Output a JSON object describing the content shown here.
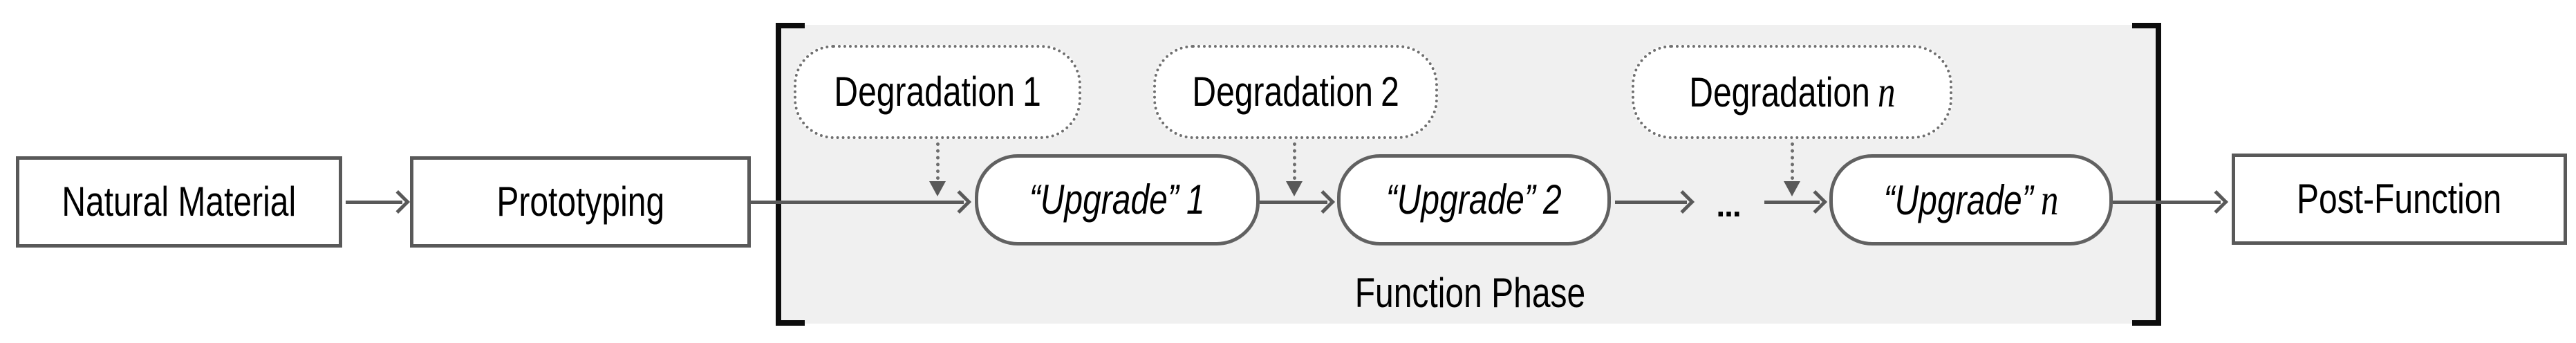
{
  "nodes": {
    "natural_material": "Natural Material",
    "prototyping": "Prototyping",
    "post_function": "Post-Function"
  },
  "function_phase": {
    "caption": "Function Phase"
  },
  "degradations": [
    {
      "name": "Degradation",
      "index": "1"
    },
    {
      "name": "Degradation",
      "index": "2"
    },
    {
      "name": "Degradation",
      "index": "n"
    }
  ],
  "upgrades": [
    {
      "name": "“Upgrade”",
      "index": "1"
    },
    {
      "name": "“Upgrade”",
      "index": "2"
    },
    {
      "name": "“Upgrade”",
      "index": "n"
    }
  ],
  "ellipsis": "...",
  "colors": {
    "canvas_bg": "#ffffff",
    "phase_bg": "#f0f0f0",
    "node_border": "#595959",
    "arrow": "#595959",
    "dotted_border": "#707070",
    "bracket": "#0d0d0d",
    "text": "#000000"
  }
}
